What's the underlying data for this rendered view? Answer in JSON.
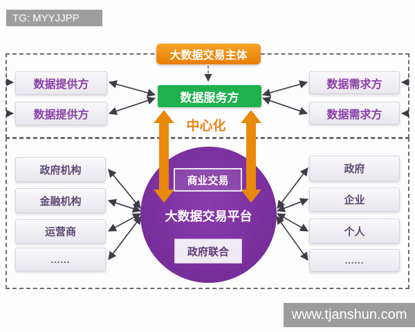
{
  "watermarks": {
    "top": "TG: MYYJJPP",
    "bottom": "www.tjanshun.com"
  },
  "top_section": {
    "title": "大数据交易主体",
    "service": "数据服务方",
    "left_boxes": [
      "数据提供方",
      "数据提供方"
    ],
    "right_boxes": [
      "数据需求方",
      "数据需求方"
    ]
  },
  "center_label": "中心化",
  "bottom_section": {
    "platform": "大数据交易平台",
    "inner_top": "商业交易",
    "inner_bottom": "政府联合",
    "left_boxes": [
      "政府机构",
      "金融机构",
      "运营商",
      "......"
    ],
    "right_boxes": [
      "政府",
      "企业",
      "个人",
      "......"
    ]
  },
  "colors": {
    "title_orange": "#ef8c12",
    "service_green": "#1fb14e",
    "platform_purple": "#7b2f9d",
    "arrow_orange": "#e8890c",
    "label_purple": "#8a3fa8",
    "center_label_orange": "#f08218"
  }
}
